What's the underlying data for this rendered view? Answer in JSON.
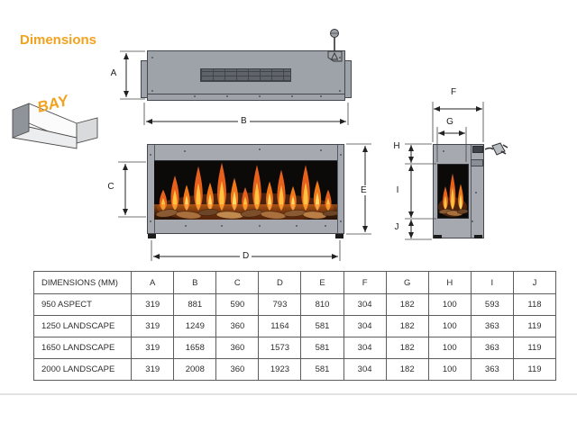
{
  "page": {
    "title": "Dimensions"
  },
  "bay_icon": {
    "label": "BAY"
  },
  "dim_labels": {
    "a": "A",
    "b": "B",
    "c": "C",
    "d": "D",
    "e": "E",
    "f": "F",
    "g": "G",
    "h": "H",
    "i": "I",
    "j": "J"
  },
  "table": {
    "header": [
      "DIMENSIONS (MM)",
      "A",
      "B",
      "C",
      "D",
      "E",
      "F",
      "G",
      "H",
      "I",
      "J"
    ],
    "rows": [
      [
        "950 ASPECT",
        "319",
        "881",
        "590",
        "793",
        "810",
        "304",
        "182",
        "100",
        "593",
        "118"
      ],
      [
        "1250 LANDSCAPE",
        "319",
        "1249",
        "360",
        "1164",
        "581",
        "304",
        "182",
        "100",
        "363",
        "119"
      ],
      [
        "1650 LANDSCAPE",
        "319",
        "1658",
        "360",
        "1573",
        "581",
        "304",
        "182",
        "100",
        "363",
        "119"
      ],
      [
        "2000 LANDSCAPE",
        "319",
        "2008",
        "360",
        "1923",
        "581",
        "304",
        "182",
        "100",
        "363",
        "119"
      ]
    ]
  },
  "colors": {
    "accent_orange": "#F2A21E",
    "drawing_gray": "#9EA3A9",
    "glass_black": "#0B0A09",
    "flame_orange": "#E8611C",
    "flame_yellow": "#FFC340",
    "line_dark": "#3C4046"
  }
}
